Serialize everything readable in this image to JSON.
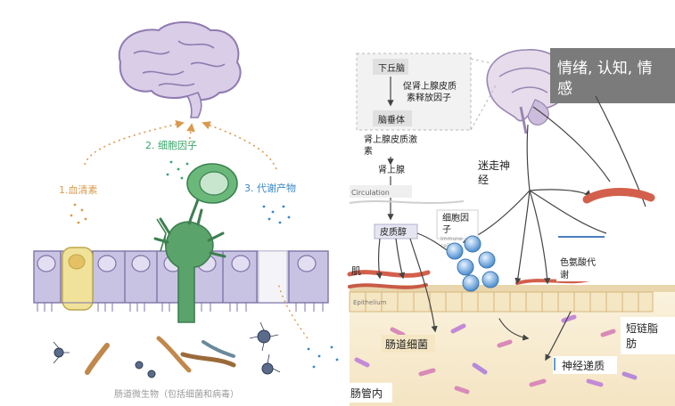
{
  "left_panel": {
    "label_serum": "1.血清素",
    "label_cytokines": "2. 细胞因子",
    "label_metabolites": "3. 代谢产物",
    "caption": "肠道微生物（包括细菌和病毒）"
  },
  "right_panel": {
    "overlay_title_line1": "情绪, 认知, 情",
    "overlay_title_line2": "感",
    "hypothalamus": "下丘脑",
    "crh_line1": "促肾上腺皮质",
    "crh_line2": "素释放因子",
    "pituitary": "脑垂体",
    "acth_line1": "肾上腺皮质激",
    "acth_line2": "素",
    "adrenal": "肾上腺",
    "circulation": "Circulation",
    "vagus_line1": "迷走神",
    "vagus_line2": "经",
    "cytokine_line1": "细胞因",
    "cytokine_line2": "子",
    "immune_line1": "Immune",
    "immune_line2": "cells",
    "cortisol": "皮质醇",
    "tryptophan_line1": "色氨酸代",
    "tryptophan_line2": "谢",
    "muscle": "肌",
    "epithelium": "Epithelium",
    "gut_bacteria": "肠道细菌",
    "scfa_line1": "短链脂",
    "scfa_line2": "肪",
    "neurotransmitter": "神经递质",
    "lumen": "肠管内"
  },
  "colors": {
    "brain_fill": "#d9cde8",
    "brain_stroke": "#8f7bb0",
    "cell_fill": "#c9c3e3",
    "serotonin_cell": "#f1e29a",
    "enteroendocrine": "#5aa36b",
    "serum_text": "#d99a4e",
    "cytokine_text": "#3aa66b",
    "metabolite_text": "#3a88c8",
    "gut_bg": "#f7ecd2",
    "muscle_red": "#d3604c",
    "immune_blue": "#5b9ed8",
    "overlay_bg": "#7b7b7b"
  }
}
